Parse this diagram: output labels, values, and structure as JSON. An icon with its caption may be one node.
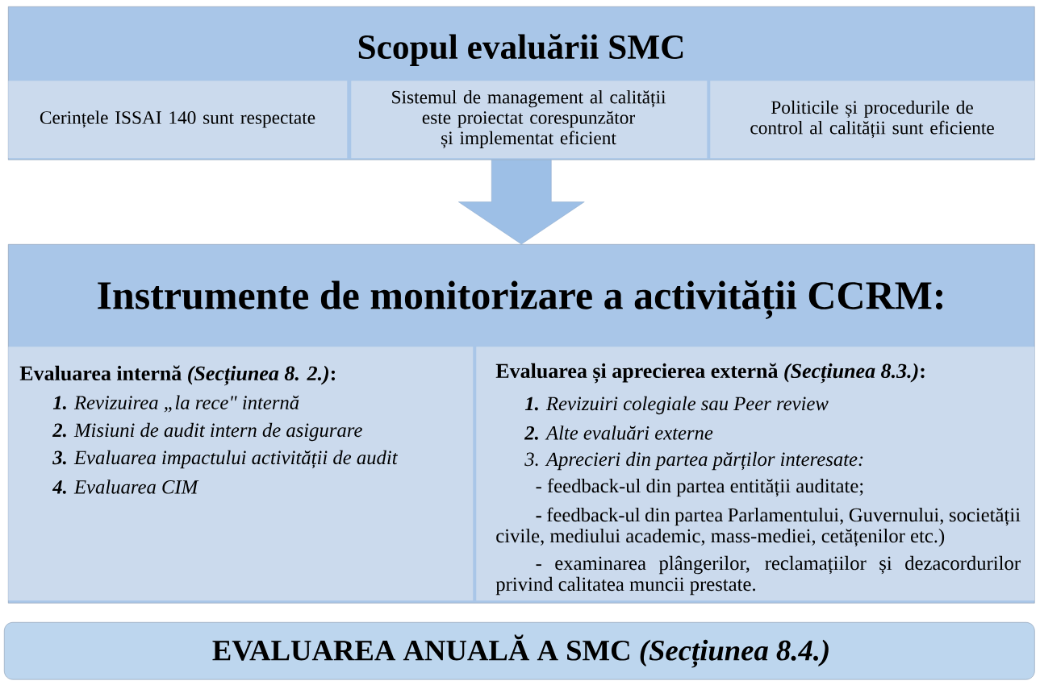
{
  "diagram": {
    "nodes": [
      {
        "text": [
          "Scopul evaluării SMC"
        ]
      },
      {
        "text": [
          "Cerințele ISSAI 140 sunt respectate"
        ],
        "in": 0
      },
      {
        "text": [
          "Sistemul de management al calității este proiectat corespunzător și implementat eficient"
        ],
        "in": 0
      },
      {
        "text": [
          "Politicile și procedurile de control al calității sunt eficiente"
        ],
        "in": 0
      },
      {
        "text": [
          "Instrumente de monitorizare a activității CCRM:"
        ]
      },
      {
        "text": [
          "Evaluarea internă *(Secțiunea 8. 2.)*:",
          "**1.** Revizuirea „la rece\" internă",
          "**2.** Misiuni de audit intern de asigurare",
          "**3.** Evaluarea impactului activității de audit",
          "**4.** Evaluarea CIM"
        ],
        "in": 4
      },
      {
        "text": [
          "Evaluarea și aprecierea externă *(Secțiunea 8.3.)*:",
          "**1.** Revizuiri colegiale sau Peer review",
          "**2.** Alte evaluări externe",
          "3. Aprecieri din partea părților interesate:",
          "- feedback-ul din partea entității auditate;",
          "**-** feedback-ul din partea Parlamentului, Guvernului, societății civile, mediului academic, mass-mediei, cetățenilor etc.)",
          "- examinarea plângerilor, reclamațiilor și dezacordurilor privind calitatea muncii prestate."
        ],
        "in": 4
      },
      {
        "text": [
          "EVALUAREA ANUALĂ A SMC *(Secțiunea 8.4.)*"
        ]
      }
    ],
    "edges": [
      {
        "from": 0,
        "to": 4,
        "arrow": "to"
      }
    ]
  }
}
